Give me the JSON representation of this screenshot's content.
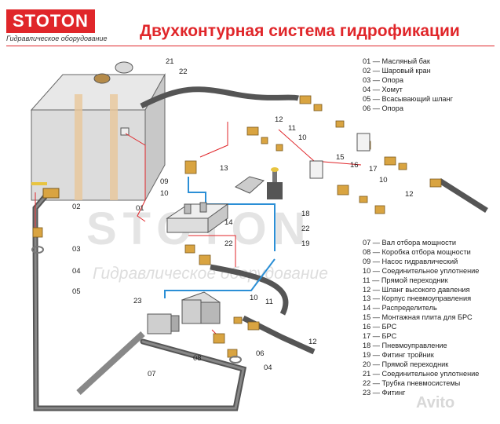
{
  "header": {
    "logo_text": "STOTON",
    "logo_subtitle": "Гидравлическое оборудование",
    "title": "Двухконтурная система гидрофикации"
  },
  "watermark": {
    "text": "STOTON",
    "subtitle": "Гидравлическое оборудование"
  },
  "legend_top": [
    "01 — Масляный бак",
    "02 — Шаровый кран",
    "03 — Опора",
    "04 — Хомут",
    "05 — Всасывающий шланг",
    "06 — Опора"
  ],
  "legend_bottom": [
    "07 — Вал отбора мощности",
    "08 — Коробка отбора мощности",
    "09 — Насос гидравлический",
    "10 — Соединительное уплотнение",
    "11 — Прямой переходник",
    "12 — Шланг высокого давления",
    "13 — Корпус пневмоуправления",
    "14 — Распределитель",
    "15 — Монтажная плита для БРС",
    "16 — БРС",
    "17 — БРС",
    "18 — Пневмоуправление",
    "19 — Фитинг тройник",
    "20 — Прямой переходник",
    "21 — Соединительное уплотнение",
    "22 — Трубка пневмосистемы",
    "23 — Фитинг"
  ],
  "callouts": {
    "c21": "21",
    "c22a": "22",
    "c12a": "12",
    "c11a": "11",
    "c10a": "10",
    "c15": "15",
    "c16": "16",
    "c17": "17",
    "c10b": "10",
    "c12b": "12",
    "c13": "13",
    "c09": "09",
    "c10c": "10",
    "c02": "02",
    "c01": "01",
    "c14": "14",
    "c18": "18",
    "c22b": "22",
    "c22c": "22",
    "c19": "19",
    "c03": "03",
    "c04a": "04",
    "c05": "05",
    "c23": "23",
    "c10d": "10",
    "c11b": "11",
    "c12c": "12",
    "c06": "06",
    "c08": "08",
    "c04b": "04",
    "c07": "07"
  },
  "brand_watermark": "Avito",
  "colors": {
    "accent": "#e0262a",
    "hose": "#555555",
    "air_line": "#2b8fd6",
    "metal": "#c9c9c9",
    "brass": "#d9a441"
  }
}
